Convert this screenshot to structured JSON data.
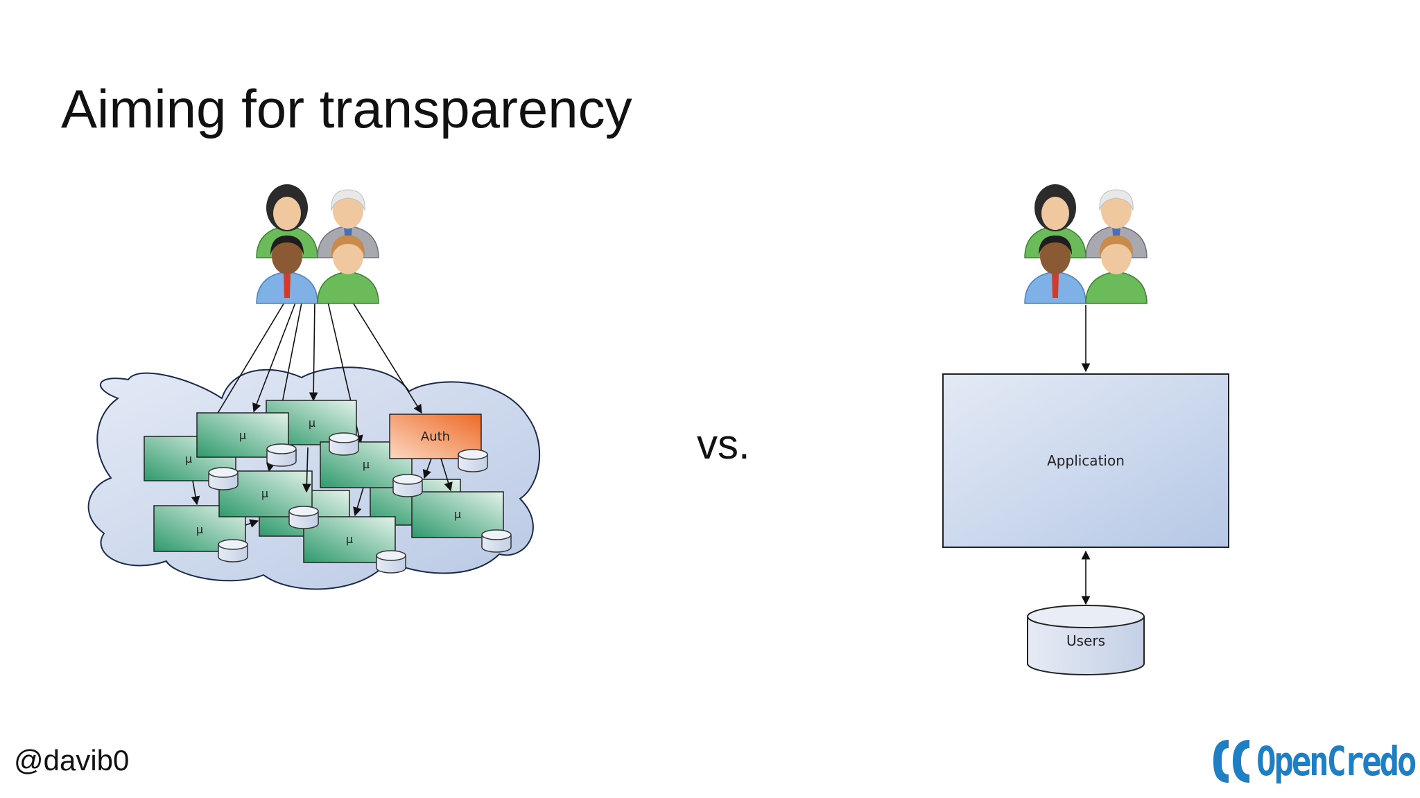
{
  "slide": {
    "title": "Aiming for transparency",
    "vs_label": "vs.",
    "handle": "@davib0",
    "brand_name": "OpenCredo"
  },
  "left_diagram": {
    "auth_label": "Auth",
    "service_symbol": "μ",
    "service_count": 10
  },
  "right_diagram": {
    "application_label": "Application",
    "database_label": "Users"
  },
  "colors": {
    "cloud_fill": "#c9d6ec",
    "service_fill_dark": "#2f9a6c",
    "service_fill_light": "#dff0e8",
    "auth_fill": "#f07a3a",
    "application_fill": "#c4d2ea",
    "brand": "#1f7fc4"
  }
}
